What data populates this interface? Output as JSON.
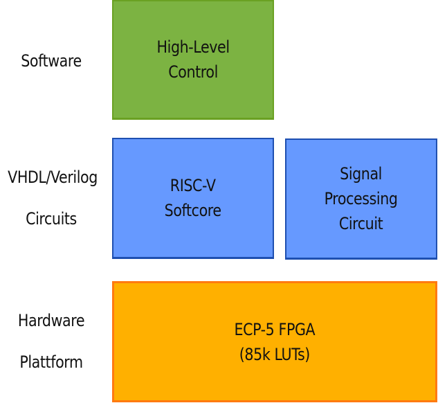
{
  "layer_labels": {
    "software": "Software",
    "circuits_line1": "VHDL/Verilog",
    "circuits_line2": "Circuits",
    "hardware_line1": "Hardware",
    "hardware_line2": "Plattform"
  },
  "blocks": {
    "high_level_control": {
      "line1": "High-Level",
      "line2": "Control",
      "fill": "#7cb342",
      "border": "#6aa123"
    },
    "riscv_softcore": {
      "line1": "RISC-V",
      "line2": "Softcore",
      "fill": "#6699ff",
      "border": "#1e4fb0"
    },
    "signal_processing": {
      "line1": "Signal",
      "line2": "Processing",
      "line3": "Circuit",
      "fill": "#6699ff",
      "border": "#1e4fb0"
    },
    "fpga": {
      "line1": "ECP-5 FPGA",
      "line2": "(85k LUTs)",
      "fill": "#ffb000",
      "border": "#ff7a10"
    }
  }
}
